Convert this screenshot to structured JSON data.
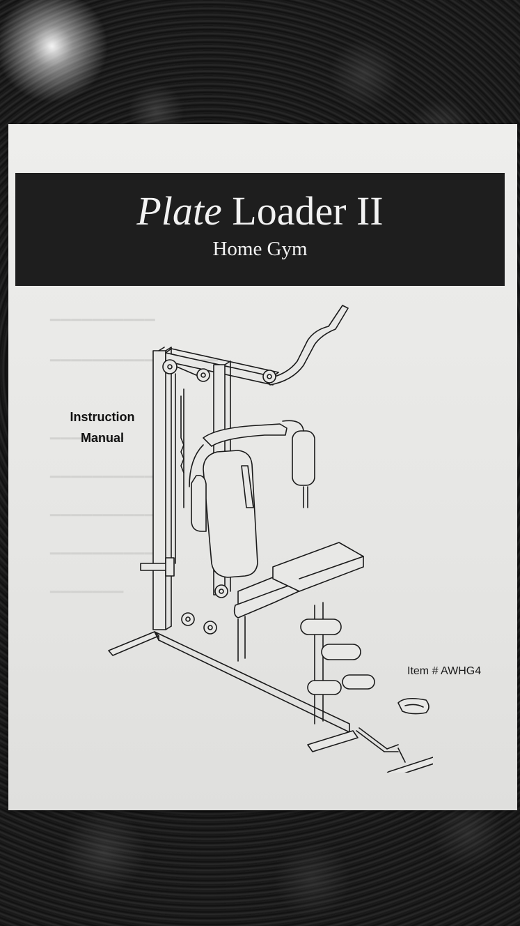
{
  "manual": {
    "title_italic": "Plate",
    "title_rest": "Loader II",
    "subtitle": "Home Gym",
    "label_line1": "Instruction",
    "label_line2": "Manual",
    "item_number": "Item # AWHG4"
  },
  "colors": {
    "banner": "#1e1e1e",
    "paper": "#e8e8e6",
    "background": "#141414"
  },
  "icons": {
    "illustration": "home-gym-machine-drawing-icon"
  }
}
